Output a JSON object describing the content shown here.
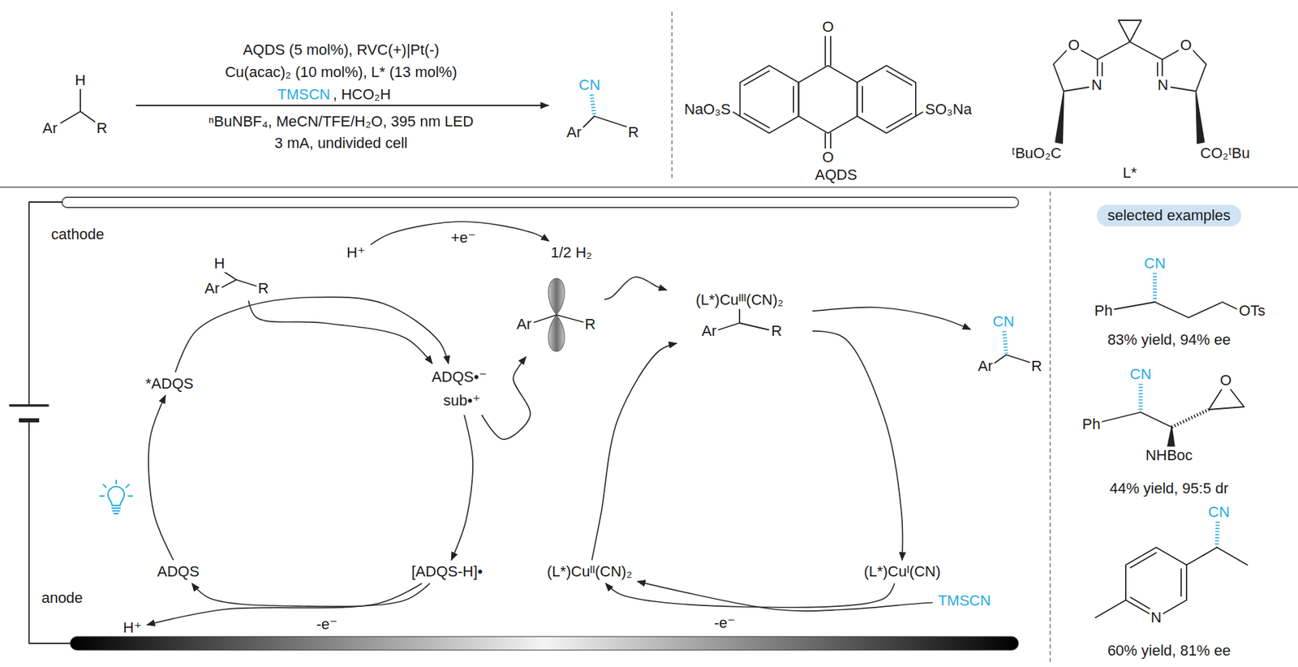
{
  "diagram": {
    "nodes": [
      {
        "text": [
          "*ADQS"
        ]
      },
      {
        "text": [
          "ADQS•⁻",
          "sub•⁺"
        ]
      },
      {
        "text": [
          "[ADQS-H]•"
        ]
      },
      {
        "text": [
          "ADQS"
        ]
      },
      {
        "text": [
          "H",
          "Ar",
          "R"
        ]
      },
      {
        "text": [
          "H⁺"
        ]
      },
      {
        "text": [
          "1/2 H₂"
        ]
      },
      {
        "text": [
          "Ar",
          "R"
        ]
      },
      {
        "text": [
          "(L*)Cuᴵᴵᴵ(CN)₂",
          "Ar",
          "R"
        ]
      },
      {
        "text": [
          "CN",
          "Ar",
          "R"
        ]
      },
      {
        "text": [
          "(L*)Cuᴵ(CN)"
        ]
      },
      {
        "text": [
          "(L*)Cuᴵᴵ(CN)₂"
        ]
      },
      {
        "text": [
          "TMSCN"
        ]
      },
      {
        "text": [
          "H⁺"
        ]
      },
      {
        "text": [
          "selected examples"
        ]
      }
    ],
    "edges": [
      {
        "from": 0,
        "to": 1,
        "arrow": "to"
      },
      {
        "from": 1,
        "to": 2,
        "arrow": "to"
      },
      {
        "from": 2,
        "to": 3,
        "arrow": "to",
        "label": "-e⁻"
      },
      {
        "from": 3,
        "to": 0,
        "arrow": "to"
      },
      {
        "from": 4,
        "to": 1,
        "arrow": "to"
      },
      {
        "from": 5,
        "to": 6,
        "arrow": "to",
        "label": "+e⁻"
      },
      {
        "from": 1,
        "to": 7,
        "arrow": "to"
      },
      {
        "from": 7,
        "to": 8,
        "arrow": "to"
      },
      {
        "from": 11,
        "to": 8,
        "arrow": "to"
      },
      {
        "from": 8,
        "to": 10,
        "arrow": "to"
      },
      {
        "from": 8,
        "to": 9,
        "arrow": "to"
      },
      {
        "from": 10,
        "to": 11,
        "arrow": "to",
        "label": "-e⁻"
      },
      {
        "from": 12,
        "to": 11,
        "arrow": "to"
      },
      {
        "from": 2,
        "to": 13,
        "arrow": "to"
      }
    ],
    "labels": [
      "H",
      "Ar",
      "R",
      "AQDS (5 mol%), RVC(+)|Pt(-)",
      "Cu(acac)₂ (10 mol%), L* (13 mol%)",
      "TMSCN",
      ", HCO₂H",
      "ⁿBuNBF₄, MeCN/TFE/H₂O, 395 nm LED",
      "3 mA, undivided cell",
      "CN",
      "Ar",
      "R",
      "O",
      "NaO₃S",
      "SO₃Na",
      "O",
      "AQDS",
      "O",
      "O",
      "N",
      "N",
      "ᵗBuO₂C",
      "CO₂ᵗBu",
      "L*",
      "cathode",
      "anode",
      "CN",
      "Ph",
      "OTs",
      "83% yield, 94% ee",
      "CN",
      "Ph",
      "O",
      "NHBoc",
      "44% yield, 95:5 dr",
      "CN",
      "N",
      "60% yield, 81% ee"
    ]
  }
}
